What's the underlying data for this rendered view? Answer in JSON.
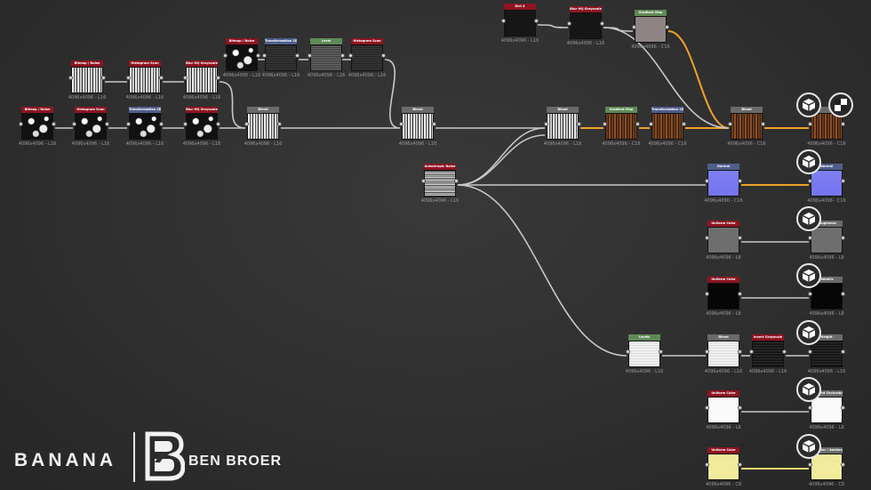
{
  "colors": {
    "background": "#303030",
    "link": "#c8c8c8",
    "link_orange": "#f0a22a",
    "link_yellow": "#e9d96b",
    "header_red": "#8e1420",
    "header_blue": "#4f5e8c",
    "header_green": "#5f8a57"
  },
  "nodes": [
    {
      "id": "n1",
      "title": "Bitmap / Noise",
      "size": "4096x4096 - L16",
      "header": "red",
      "thumb": "noise"
    },
    {
      "id": "n2",
      "title": "Histogram Scan",
      "size": "4096x4096 - L16",
      "header": "red",
      "thumb": "noise"
    },
    {
      "id": "n3",
      "title": "Blur HQ Grayscale",
      "size": "4096x4096 - L16",
      "header": "red",
      "thumb": "noise"
    },
    {
      "id": "n4",
      "title": "Bitmap / Noise",
      "size": "4096x4096 - L16",
      "header": "red",
      "thumb": "spots"
    },
    {
      "id": "n5",
      "title": "Histogram Scan",
      "size": "4096x4096 - L16",
      "header": "red",
      "thumb": "spots"
    },
    {
      "id": "n6",
      "title": "Transformation 2D",
      "size": "4096x4096 - L16",
      "header": "blue",
      "thumb": "spots"
    },
    {
      "id": "n7",
      "title": "Blur HQ Grayscale",
      "size": "4096x4096 - L16",
      "header": "red",
      "thumb": "spots"
    },
    {
      "id": "n8",
      "title": "Bitmap / Noise",
      "size": "4096x4096 - L16",
      "header": "red",
      "thumb": "spots"
    },
    {
      "id": "n9",
      "title": "Transformation 2D",
      "size": "4096x4096 - L16",
      "header": "blue",
      "thumb": "grain"
    },
    {
      "id": "n10",
      "title": "Level",
      "size": "4096x4096 - L16",
      "header": "green",
      "thumb": "grain_light"
    },
    {
      "id": "n11",
      "title": "Histogram Scan",
      "size": "4096x4096 - L16",
      "header": "red",
      "thumb": "grain"
    },
    {
      "id": "n12",
      "title": "Blend",
      "size": "4096x4096 - L16",
      "header": "gray",
      "thumb": "noise"
    },
    {
      "id": "n13",
      "title": "Blend",
      "size": "4096x4096 - L16",
      "header": "gray",
      "thumb": "noise"
    },
    {
      "id": "n14",
      "title": "Anisotropic Noise",
      "size": "4096x4096 - L16",
      "header": "red",
      "thumb": "stripes"
    },
    {
      "id": "n15",
      "title": "Blend",
      "size": "4096x4096 - L16",
      "header": "gray",
      "thumb": "noise"
    },
    {
      "id": "n16",
      "title": "Gradient Map",
      "size": "4096x4096 - C16",
      "header": "green",
      "thumb": "wood"
    },
    {
      "id": "n17",
      "title": "Transformation 2D",
      "size": "4096x4096 - C16",
      "header": "blue",
      "thumb": "wood"
    },
    {
      "id": "n18",
      "title": "Blend",
      "size": "4096x4096 - C16",
      "header": "gray",
      "thumb": "wood"
    },
    {
      "id": "n19",
      "title": "",
      "size": "4096x4096 - C16",
      "header": "gray",
      "thumb": "wood"
    },
    {
      "id": "n20",
      "title": "Dirt 4",
      "size": "4096x4096 - L16",
      "header": "red",
      "thumb": "dark"
    },
    {
      "id": "n21",
      "title": "Blur HQ Grayscale",
      "size": "4096x4096 - L16",
      "header": "red",
      "thumb": "dark"
    },
    {
      "id": "n22",
      "title": "Gradient Map",
      "size": "4096x4096 - C16",
      "header": "green",
      "thumb": "gray"
    },
    {
      "id": "n23",
      "title": "Normal",
      "size": "4096x4096 - C16",
      "header": "blue",
      "thumb": "normal"
    },
    {
      "id": "n24",
      "title": "Normal",
      "size": "4096x4096 - C16",
      "header": "blue",
      "thumb": "normal"
    },
    {
      "id": "n25",
      "title": "Uniform Color",
      "size": "4096x4096 - L8",
      "header": "red",
      "thumb": "mid"
    },
    {
      "id": "n26",
      "title": "Roughness",
      "size": "4096x4096 - L8",
      "header": "gray",
      "thumb": "mid"
    },
    {
      "id": "n27",
      "title": "Uniform Color",
      "size": "4096x4096 - L8",
      "header": "red",
      "thumb": "black"
    },
    {
      "id": "n28",
      "title": "Metallic",
      "size": "4096x4096 - L8",
      "header": "gray",
      "thumb": "black"
    },
    {
      "id": "n29",
      "title": "Levels",
      "size": "4096x4096 - L16",
      "header": "green",
      "thumb": "white_stripes"
    },
    {
      "id": "n30",
      "title": "Blend",
      "size": "4096x4096 - L16",
      "header": "gray",
      "thumb": "white_stripes"
    },
    {
      "id": "n31",
      "title": "Invert Grayscale",
      "size": "4096x4096 - L16",
      "header": "red",
      "thumb": "dark_stripes"
    },
    {
      "id": "n32",
      "title": "Height",
      "size": "4096x4096 - L16",
      "header": "gray",
      "thumb": "dark_stripes"
    },
    {
      "id": "n33",
      "title": "Uniform Color",
      "size": "4096x4096 - L8",
      "header": "red",
      "thumb": "white"
    },
    {
      "id": "n34",
      "title": "Ambient Occlusion",
      "size": "4096x4096 - L8",
      "header": "gray",
      "thumb": "white"
    },
    {
      "id": "n35",
      "title": "Uniform Color",
      "size": "4096x4096 - C8",
      "header": "red",
      "thumb": "yellow"
    },
    {
      "id": "n36",
      "title": "Specular / Ambient Scale",
      "size": "4096x4096 - C8",
      "header": "gray",
      "thumb": "yellow"
    }
  ],
  "icons": [
    "cube-icon",
    "checker-icon",
    "cube-icon",
    "cube-icon",
    "cube-icon",
    "cube-icon",
    "cube-icon",
    "cube-icon"
  ],
  "brand": {
    "left_text": "BANANA",
    "right_text": "BEN BROER",
    "logo_letter": "B"
  }
}
